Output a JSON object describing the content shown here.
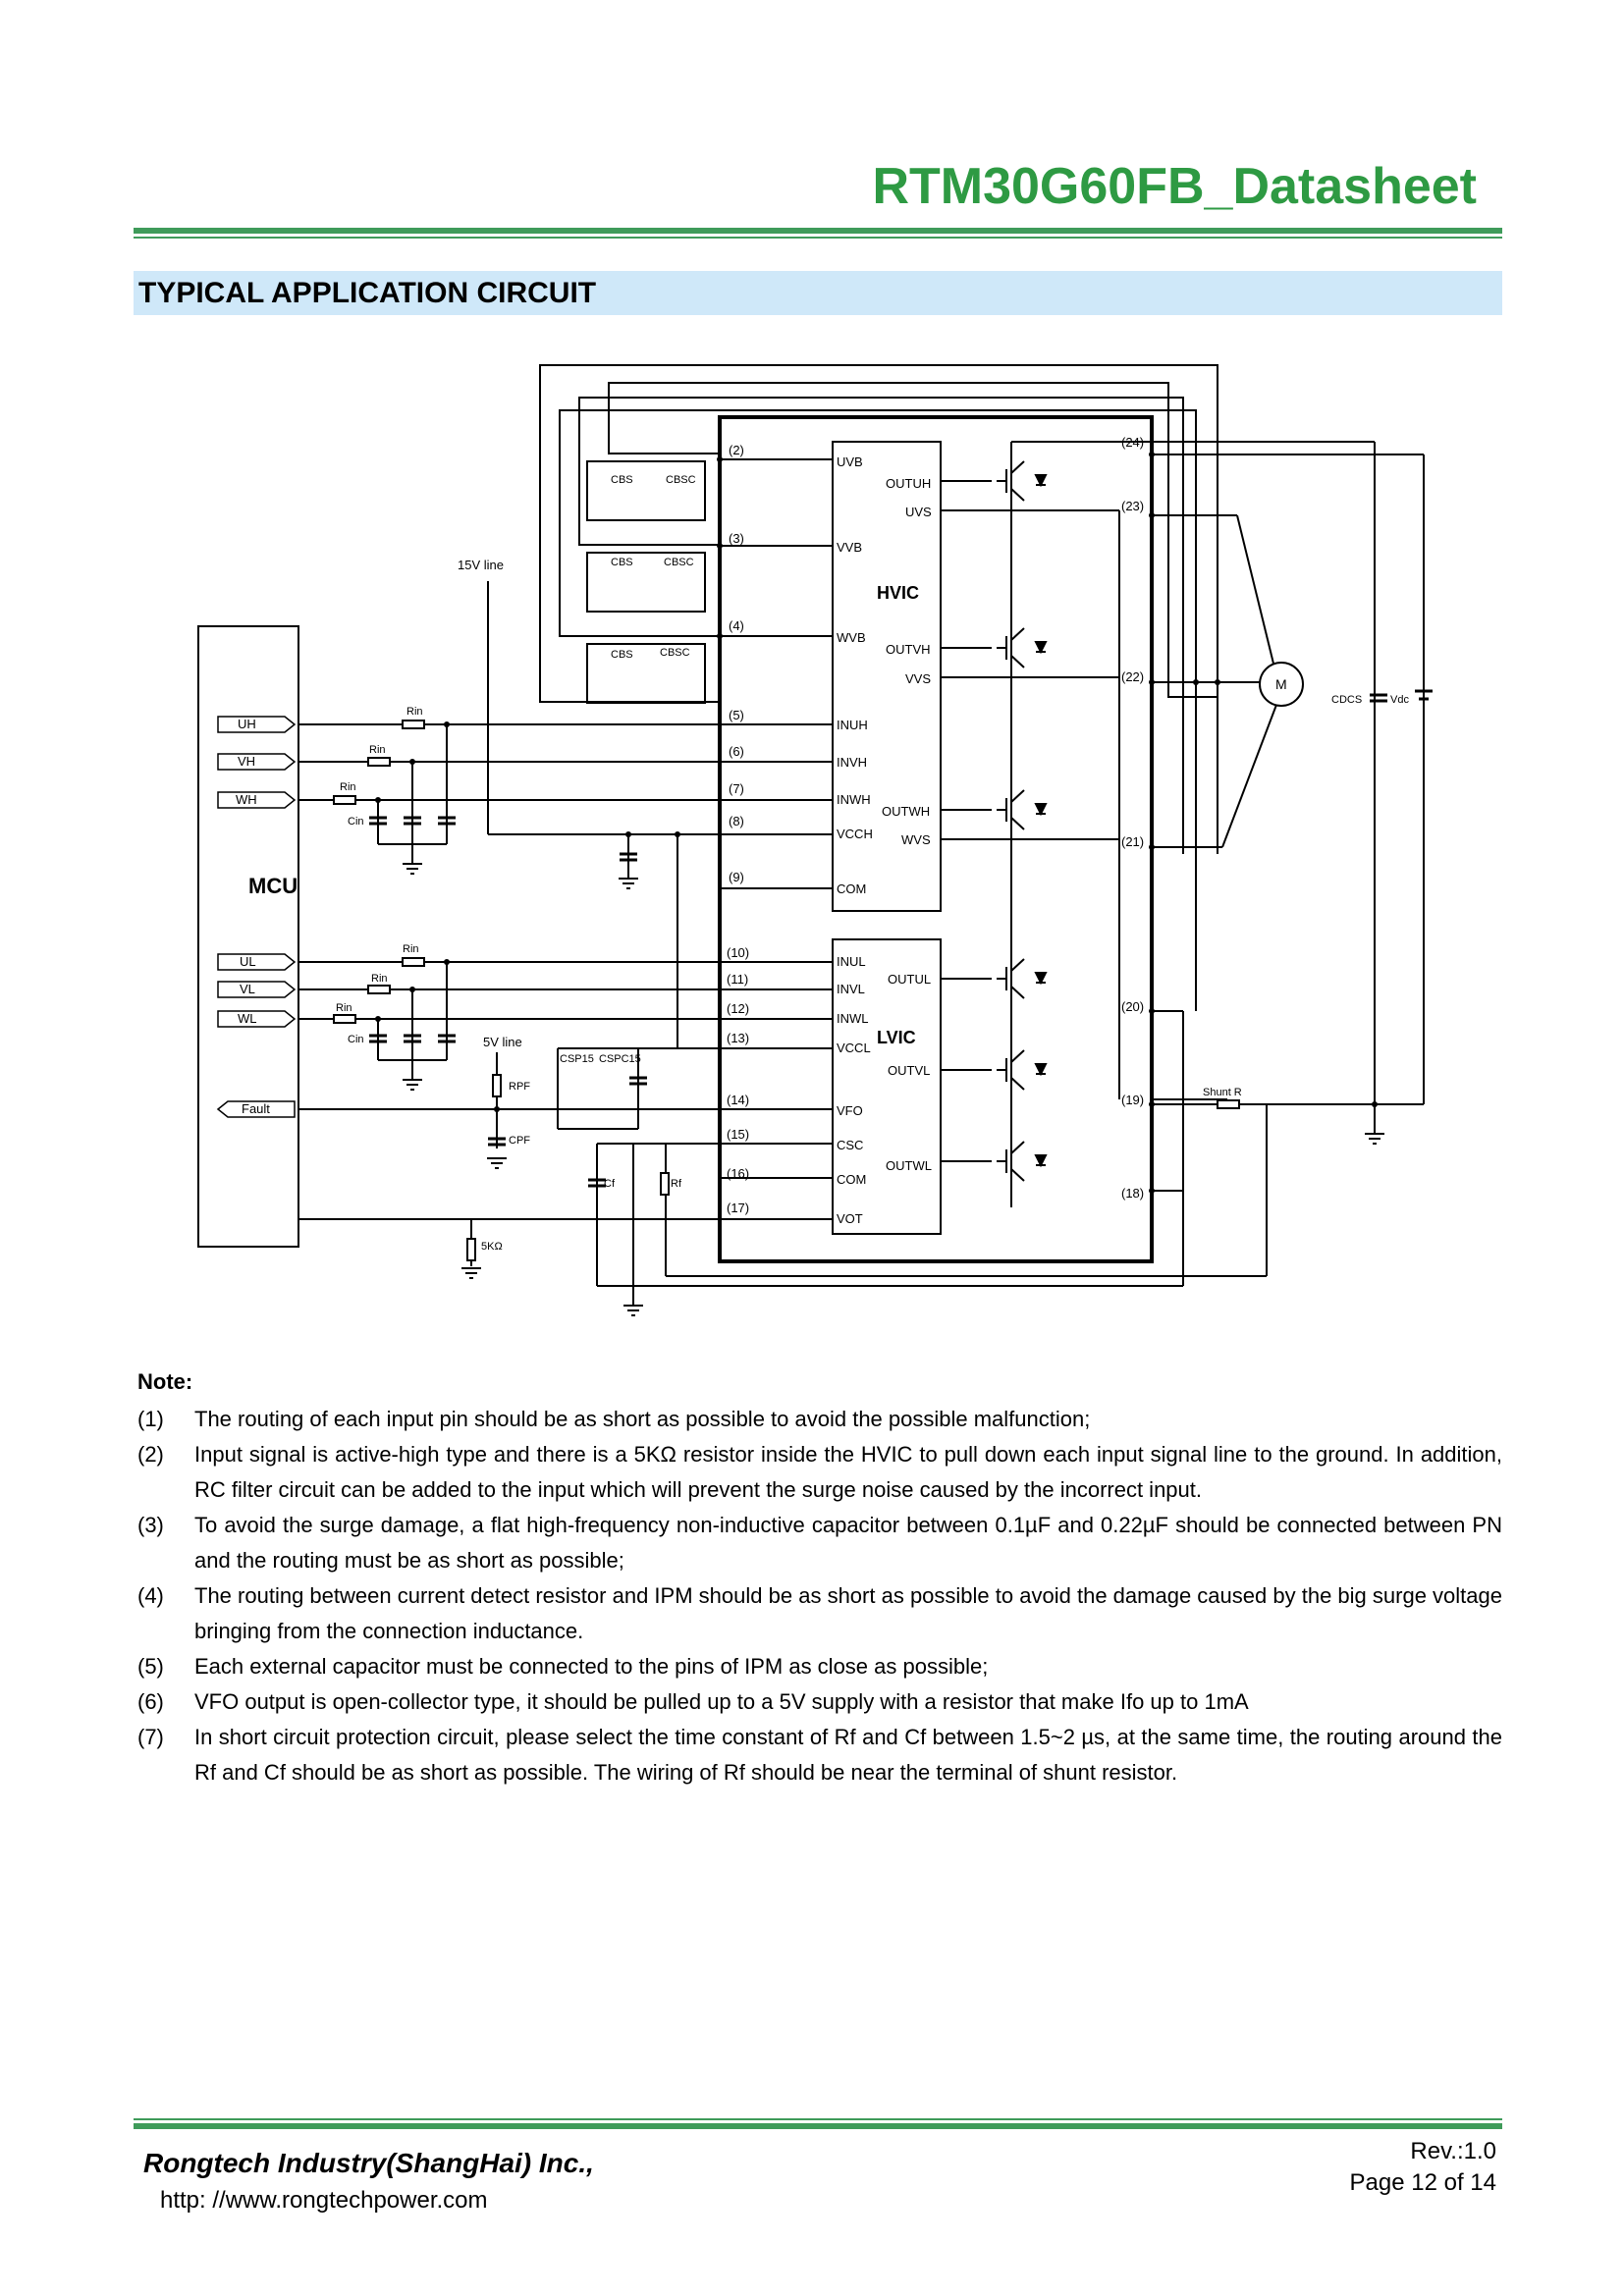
{
  "header": {
    "title": "RTM30G60FB_Datasheet"
  },
  "section": {
    "title": "TYPICAL APPLICATION CIRCUIT"
  },
  "circuit": {
    "mcu_label": "MCU",
    "mcu_pins": [
      "UH",
      "VH",
      "WH",
      "UL",
      "VL",
      "WL",
      "Fault"
    ],
    "hvic_label": "HVIC",
    "lvic_label": "LVIC",
    "hvic_pins": [
      "UVB",
      "VVB",
      "WVB",
      "INUH",
      "INVH",
      "INWH",
      "VCCH",
      "COM"
    ],
    "hvic_outputs": [
      "OUTUH",
      "UVS",
      "OUTVH",
      "VVS",
      "OUTWH",
      "WVS"
    ],
    "lvic_pins": [
      "INUL",
      "INVL",
      "INWL",
      "VCCL",
      "VFO",
      "CSC",
      "COM",
      "VOT"
    ],
    "lvic_outputs": [
      "OUTUL",
      "OUTVL",
      "OUTWL"
    ],
    "pin_numbers": [
      "(2)",
      "(3)",
      "(4)",
      "(5)",
      "(6)",
      "(7)",
      "(8)",
      "(9)",
      "(10)",
      "(11)",
      "(12)",
      "(13)",
      "(14)",
      "(15)",
      "(16)",
      "(17)"
    ],
    "right_pins": [
      "(24)",
      "(23)",
      "(22)",
      "(21)",
      "(20)",
      "(19)",
      "(18)"
    ],
    "labels": {
      "line15": "15V line",
      "line5": "5V line",
      "rin": "Rin",
      "cin": "Cin",
      "cbs": "CBS",
      "cbsc": "CBSC",
      "csp15": "CSP15",
      "cspc15": "CSPC15",
      "rpf": "RPF",
      "cpf": "CPF",
      "cf": "Cf",
      "rf": "Rf",
      "r5k": "5KΩ",
      "motor": "M",
      "cdcs": "CDCS",
      "vdc": "Vdc",
      "shunt": "Shunt R"
    }
  },
  "notes": {
    "heading": "Note:",
    "items": [
      {
        "num": "(1)",
        "text": "The routing of each input pin should be as short as possible to avoid the possible malfunction;"
      },
      {
        "num": "(2)",
        "text": "Input signal is active-high type and there is a 5KΩ resistor inside the HVIC to pull down each input signal line to the ground. In addition, RC filter circuit can be added to the input which will prevent the surge noise caused by the incorrect input."
      },
      {
        "num": "(3)",
        "text": "To avoid the surge damage, a flat high-frequency non-inductive capacitor between 0.1µF and 0.22µF should be connected between PN and the routing must be as short as possible;"
      },
      {
        "num": "(4)",
        "text": "The routing between current detect resistor and IPM should be as short as possible to avoid the damage caused by the big surge voltage bringing from the connection inductance."
      },
      {
        "num": "(5)",
        "text": "Each external capacitor must be connected to the pins of IPM as close as possible;"
      },
      {
        "num": "(6)",
        "text": "VFO output is open-collector type, it should be pulled up to a 5V supply with a resistor that make Ifo up to 1mA"
      },
      {
        "num": "(7)",
        "text": "In short circuit protection circuit, please select the time constant of Rf and Cf between 1.5~2 µs, at the same time, the routing around the Rf and Cf should be as short as possible. The wiring of Rf should be near the terminal of shunt resistor."
      }
    ]
  },
  "footer": {
    "company": "Rongtech Industry(ShangHai) Inc.,",
    "url": "http: //www.rongtechpower.com",
    "rev": "Rev.:1.0",
    "page": "Page  12  of  14"
  }
}
